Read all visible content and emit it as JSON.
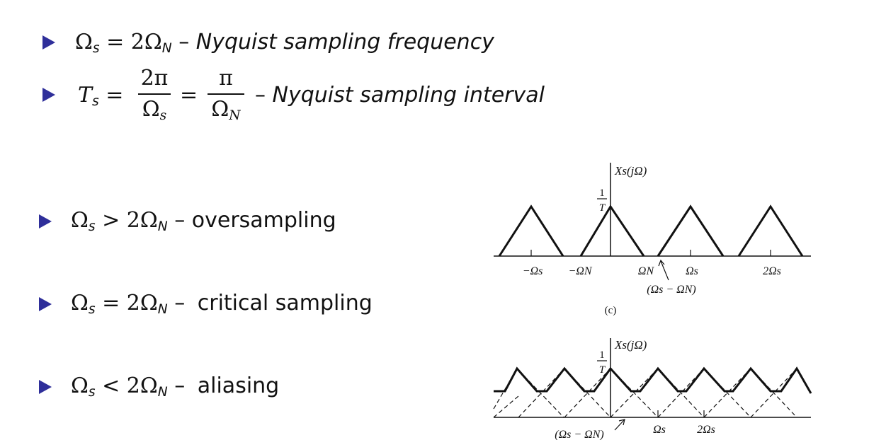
{
  "bullets": {
    "b1": {
      "lhs": "Ωs = 2ΩN",
      "sep": "–",
      "desc": "Nyquist sampling frequency"
    },
    "b2": {
      "lhs": "Ts =",
      "frac1_num": "2π",
      "frac1_den": "Ωs",
      "eq": "=",
      "frac2_num": "π",
      "frac2_den": "ΩN",
      "sep": "–",
      "desc": "Nyquist sampling interval"
    },
    "b3": {
      "lhs": "Ωs > 2ΩN",
      "sep": "–",
      "desc": "oversampling"
    },
    "b4": {
      "lhs": "Ωs = 2ΩN",
      "sep": "–",
      "desc": "critical sampling"
    },
    "b5": {
      "lhs": "Ωs < 2ΩN",
      "sep": "–",
      "desc": "aliasing"
    }
  },
  "figure_c": {
    "y_label": "Xs(jΩ)",
    "y_tick_num": "1",
    "y_tick_den": "T",
    "x_ticks": [
      "−Ωs",
      "−ΩN",
      "ΩN",
      "Ωs",
      "2Ωs"
    ],
    "annotation": "(Ωs − ΩN)",
    "caption": "(c)"
  },
  "figure_d": {
    "y_label": "Xs(jΩ)",
    "y_tick_num": "1",
    "y_tick_den": "T",
    "x_ticks": [
      "Ωs",
      "2Ωs"
    ],
    "annotation": "(Ωs − ΩN)"
  }
}
